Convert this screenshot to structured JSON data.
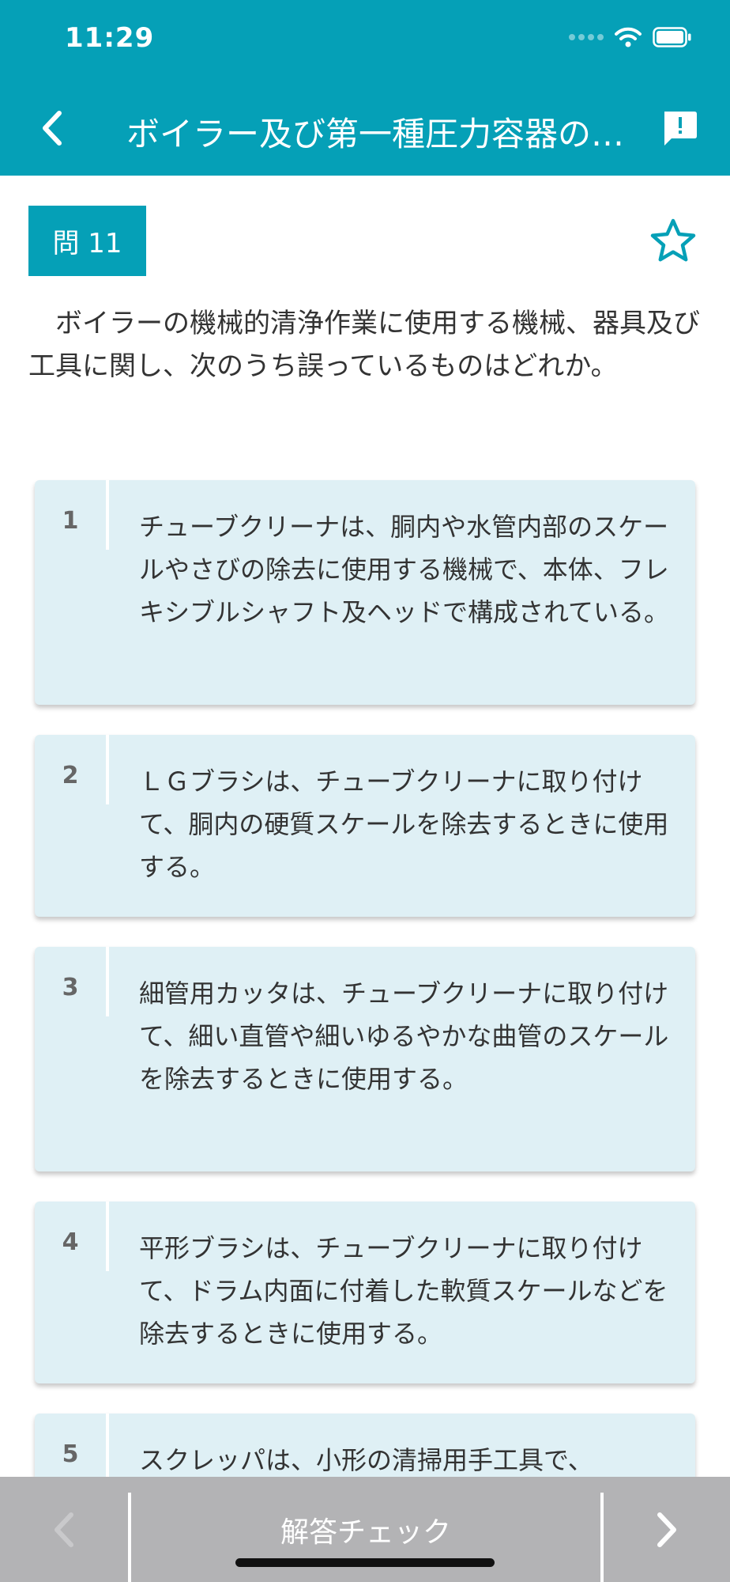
{
  "status_bar": {
    "time": "11:29"
  },
  "nav": {
    "title": "ボイラー及び第一種圧力容器の…"
  },
  "question": {
    "badge": "問 11",
    "text": "ボイラーの機械的清浄作業に使用する機械、器具及び工具に関し、次のうち誤っているものはどれか。"
  },
  "choices": [
    {
      "number": "1",
      "text": "チューブクリーナは、胴内や水管内部のスケールやさびの除去に使用する機械で、本体、フレキシブルシャフト及ヘッドで構成されている。"
    },
    {
      "number": "2",
      "text": "ＬＧブラシは、チューブクリーナに取り付けて、胴内の硬質スケールを除去するときに使用する。"
    },
    {
      "number": "3",
      "text": "細管用カッタは、チューブクリーナに取り付けて、細い直管や細いゆるやかな曲管のスケールを除去するときに使用する。"
    },
    {
      "number": "4",
      "text": "平形ブラシは、チューブクリーナに取り付けて、ドラム内面に付着した軟質スケールなどを除去するときに使用する。"
    },
    {
      "number": "5",
      "text": "スクレッパは、小形の清掃用手工具で、"
    }
  ],
  "bottom_bar": {
    "check_label": "解答チェック"
  },
  "colors": {
    "accent": "#05a0b7",
    "choice_bg": "#dff0f5",
    "bottom_bar": "#b3b3b5"
  },
  "icons": {
    "back": "chevron-left-icon",
    "report": "report-icon",
    "favorite": "star-outline-icon",
    "prev": "chevron-left-icon",
    "next": "chevron-right-icon"
  }
}
